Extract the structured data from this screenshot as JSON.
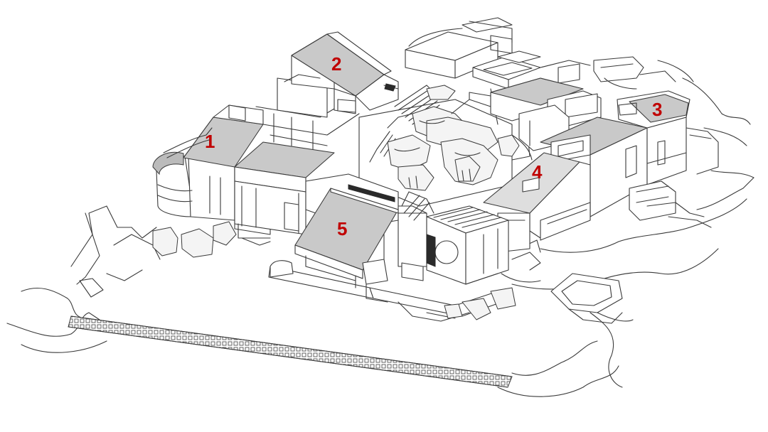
{
  "labels": [
    {
      "id": "1",
      "text": "1"
    },
    {
      "id": "2",
      "text": "2"
    },
    {
      "id": "3",
      "text": "3"
    },
    {
      "id": "4",
      "text": "4"
    },
    {
      "id": "5",
      "text": "5"
    }
  ],
  "colors": {
    "label": "#c00000",
    "line": "#3a3a3a",
    "roof_hatch": "#c9c9c9",
    "background": "#ffffff"
  }
}
